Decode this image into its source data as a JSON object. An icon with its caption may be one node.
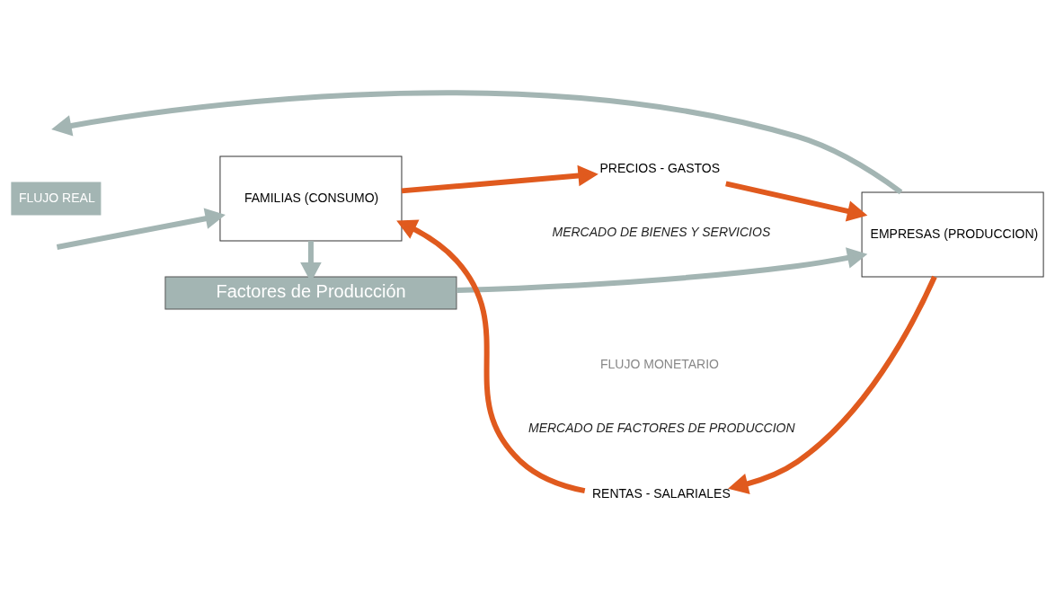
{
  "diagram": {
    "nodes": [
      {
        "text": [
          "FAMILIAS (CONSUMO)"
        ]
      },
      {
        "text": [
          "EMPRESAS (PRODUCCION)"
        ]
      },
      {
        "text": [
          "Factores de Producción"
        ]
      },
      {
        "text": [
          "PRECIOS - GASTOS"
        ]
      },
      {
        "text": [
          "RENTAS - SALARIALES"
        ]
      }
    ],
    "edges": [
      {
        "from": 0,
        "to": 3,
        "arrow": "to",
        "color": "#e05a1e"
      },
      {
        "from": 3,
        "to": 1,
        "arrow": "to",
        "color": "#e05a1e"
      },
      {
        "from": 1,
        "to": 4,
        "arrow": "to",
        "color": "#e05a1e"
      },
      {
        "from": 4,
        "to": 0,
        "arrow": "to",
        "color": "#e05a1e"
      },
      {
        "from": 0,
        "to": 2,
        "arrow": "to",
        "color": "#a3b5b3"
      },
      {
        "from": 2,
        "to": 1,
        "arrow": "to",
        "color": "#a3b5b3"
      },
      {
        "from": 1,
        "to": null,
        "arrow": "to",
        "color": "#a3b5b3"
      },
      {
        "from": null,
        "to": 0,
        "arrow": "to",
        "color": "#a3b5b3"
      }
    ],
    "labels": [
      "MERCADO DE BIENES Y SERVICIOS",
      "FLUJO MONETARIO",
      "MERCADO DE FACTORES DE PRODUCCION"
    ],
    "legend": [
      {
        "text": "FLUJO REAL",
        "color": "#a3b5b3"
      }
    ]
  }
}
